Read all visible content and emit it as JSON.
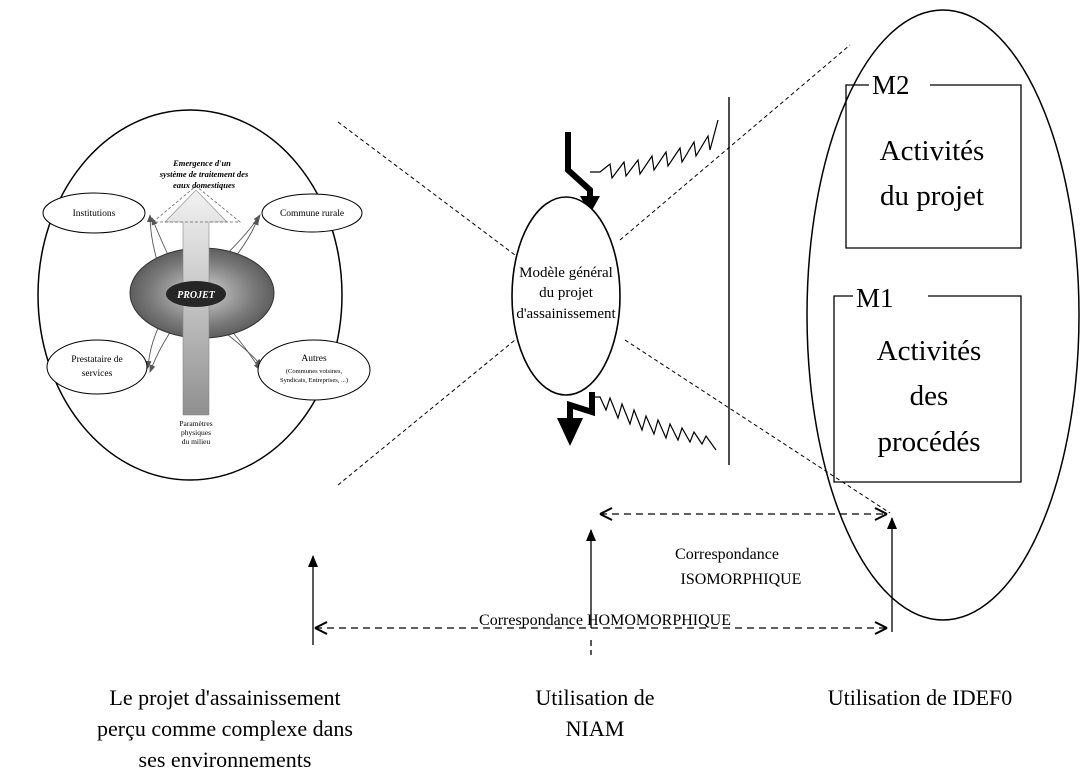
{
  "left_panel": {
    "emergence_line1": "Emergence d'un",
    "emergence_line2": "système de traitement des",
    "emergence_line3": "eaux domestiques",
    "institutions": "Institutions",
    "commune_rurale": "Commune rurale",
    "projet": "PROJET",
    "prestataire_line1": "Prestataire de",
    "prestataire_line2": "services",
    "autres": "Autres",
    "autres_detail1": "(Communes voisines,",
    "autres_detail2": "Syndicats, Entreprises, ...)",
    "parametres_line1": "Paramètres",
    "parametres_line2": "physiques",
    "parametres_line3": "du milieu"
  },
  "center": {
    "model_line1": "Modèle général",
    "model_line2": "du projet",
    "model_line3": "d'assainissement"
  },
  "right_panel": {
    "m2_label": "M2",
    "m2_line1": "Activités",
    "m2_line2": "du projet",
    "m1_label": "M1",
    "m1_line1": "Activités",
    "m1_line2": "des",
    "m1_line3": "procédés"
  },
  "correspondences": {
    "iso_line1": "Correspondance",
    "iso_line2": "ISOMORPHIQUE",
    "homo": "Correspondance HOMOMORPHIQUE"
  },
  "captions": {
    "left_line1": "Le projet d'assainissement",
    "left_line2": "perçu comme complexe dans",
    "left_line3": "ses environnements",
    "middle_line1": "Utilisation de",
    "middle_line2": "NIAM",
    "right_line1": "Utilisation de IDEF0"
  }
}
